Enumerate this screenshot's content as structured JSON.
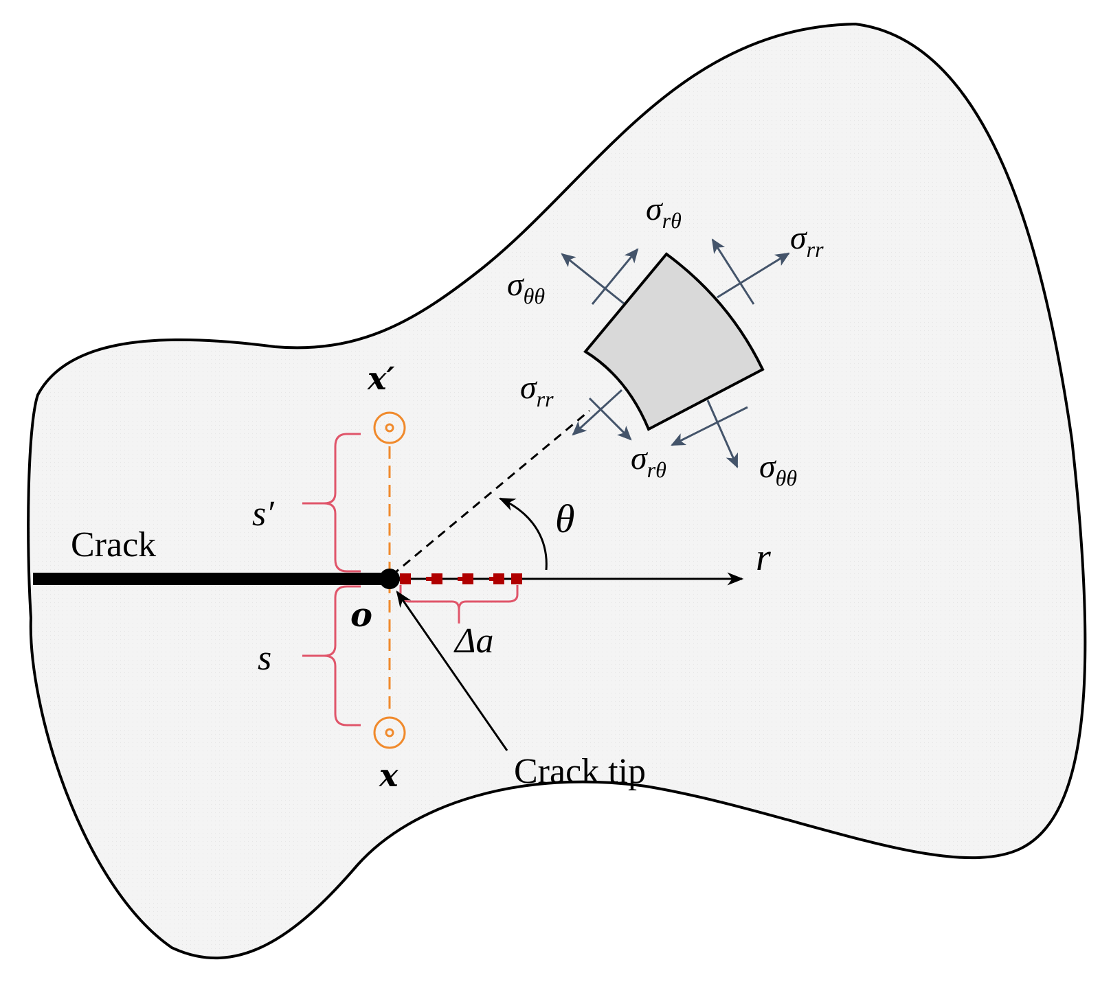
{
  "labels": {
    "crack": "Crack",
    "crack_tip": "Crack tip",
    "origin": "o",
    "r_axis": "r",
    "theta": "θ",
    "delta_a": "Δa",
    "s": "s",
    "s_prime": "s′",
    "x": "x",
    "x_prime": "x′"
  },
  "stresses": {
    "top_shear": {
      "base": "σ",
      "sub": "rθ"
    },
    "top_radial": {
      "base": "σ",
      "sub": "rr"
    },
    "top_hoop": {
      "base": "σ",
      "sub": "θθ"
    },
    "bottom_radial": {
      "base": "σ",
      "sub": "rr"
    },
    "bottom_shear": {
      "base": "σ",
      "sub": "rθ"
    },
    "bottom_hoop": {
      "base": "σ",
      "sub": "θθ"
    }
  },
  "colors": {
    "domain_fill": "#f3f3f3",
    "element_fill": "#d9d9d9",
    "arrow": "#44546a",
    "brace": "#e0556a",
    "points": "#f08a2c",
    "crack_extension": "#b00000"
  }
}
